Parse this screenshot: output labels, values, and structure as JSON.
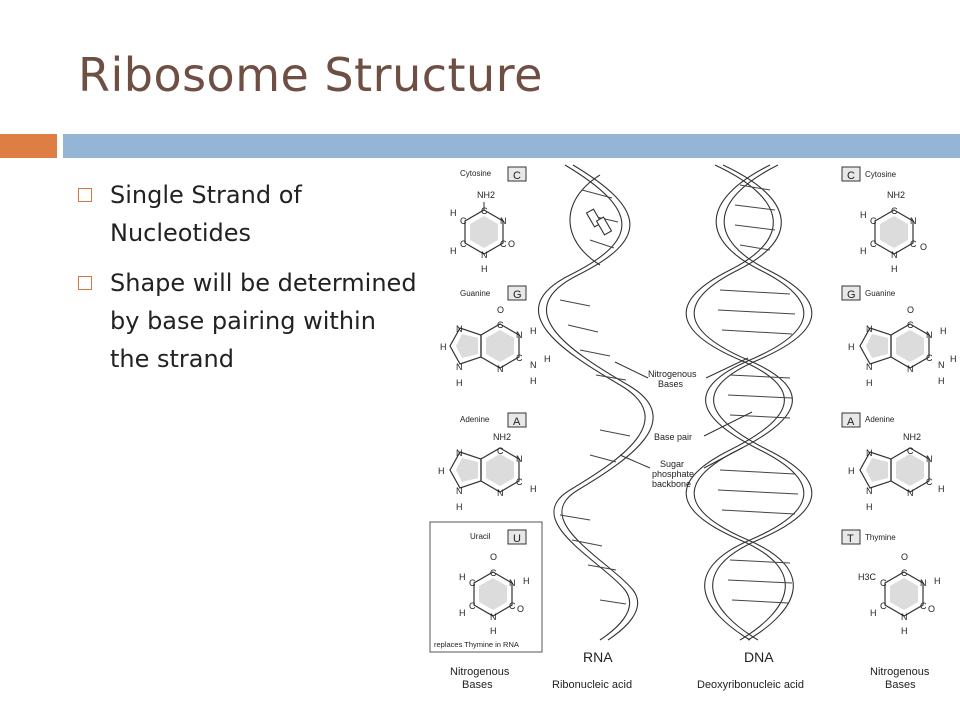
{
  "slide": {
    "title": "Ribosome Structure",
    "bullets": [
      "Single Strand of Nucleotides",
      "Shape will be determined by base pairing within the strand"
    ]
  },
  "figure": {
    "left_bases": {
      "cytosine": {
        "name": "Cytosine",
        "letter": "C"
      },
      "guanine": {
        "name": "Guanine",
        "letter": "G"
      },
      "adenine": {
        "name": "Adenine",
        "letter": "A"
      },
      "uracil": {
        "name": "Uracil",
        "letter": "U",
        "note": "replaces Thymine in RNA"
      },
      "footer": [
        "Nitrogenous",
        "Bases"
      ]
    },
    "right_bases": {
      "cytosine": {
        "name": "Cytosine",
        "letter": "C"
      },
      "guanine": {
        "name": "Guanine",
        "letter": "G"
      },
      "adenine": {
        "name": "Adenine",
        "letter": "A"
      },
      "thymine": {
        "name": "Thymine",
        "letter": "T"
      },
      "footer": [
        "Nitrogenous",
        "Bases"
      ]
    },
    "rna": {
      "label": "RNA",
      "full": "Ribonucleic acid"
    },
    "dna": {
      "label": "DNA",
      "full": "Deoxyribonucleic acid"
    },
    "callouts": {
      "nitrogenous_bases": [
        "Nitrogenous",
        "Bases"
      ],
      "base_pair": "Base pair",
      "sugar_backbone": [
        "Sugar",
        "phosphate",
        "backbone"
      ]
    },
    "atoms": {
      "nh2": "NH2",
      "h": "H",
      "c": "C",
      "n": "N",
      "o": "O",
      "h3c": "H3C"
    }
  }
}
